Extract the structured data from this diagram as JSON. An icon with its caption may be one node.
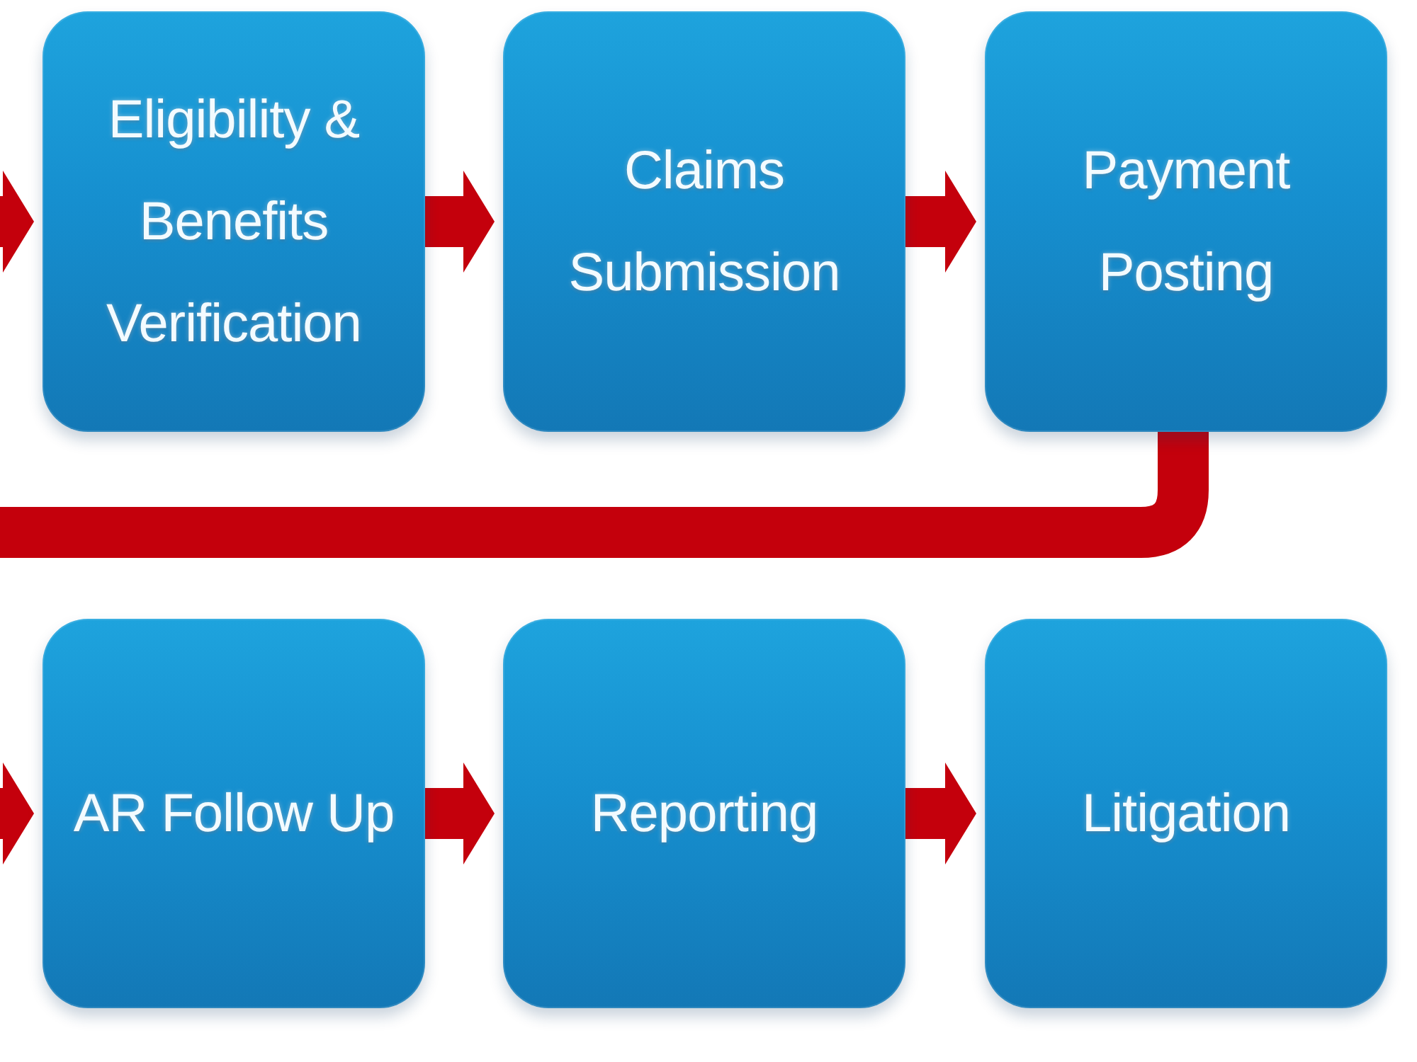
{
  "diagram": {
    "nodes": [
      {
        "text": [
          "Eligibility & Benefits Verification"
        ]
      },
      {
        "text": [
          "Claims Submission"
        ]
      },
      {
        "text": [
          "Payment Posting"
        ]
      },
      {
        "text": [
          "AR Follow Up"
        ]
      },
      {
        "text": [
          "Reporting"
        ]
      },
      {
        "text": [
          "Litigation"
        ]
      }
    ],
    "edges": [
      {
        "from": null,
        "to": 0,
        "arrow": "to"
      },
      {
        "from": 0,
        "to": 1,
        "arrow": "to"
      },
      {
        "from": 1,
        "to": 2,
        "arrow": "to"
      },
      {
        "from": 2,
        "to": null,
        "arrow": "none"
      },
      {
        "from": null,
        "to": 3,
        "arrow": "to"
      },
      {
        "from": 3,
        "to": 4,
        "arrow": "to"
      },
      {
        "from": 4,
        "to": 5,
        "arrow": "to"
      }
    ]
  }
}
